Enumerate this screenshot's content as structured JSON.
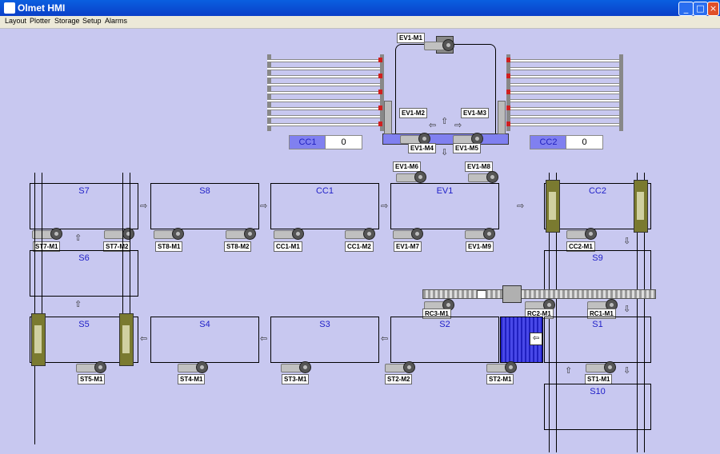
{
  "window": {
    "title": "Olmet HMI",
    "minimize_icon": "minimize-icon",
    "maximize_icon": "maximize-icon",
    "close_icon": "close-icon"
  },
  "menu": {
    "items": [
      "Layout",
      "Plotter",
      "Storage",
      "Setup",
      "Alarms"
    ]
  },
  "colors": {
    "background": "#c8c8f0",
    "label_text": "#2020c8",
    "field_label_bg": "#8080f0",
    "titlebar": "#0a5fe0",
    "cart": "#7a7a30",
    "rack_indicator": "#d02020"
  },
  "stations": {
    "S7": "S7",
    "S8": "S8",
    "CC1": "CC1",
    "EV1": "EV1",
    "CC2": "CC2",
    "S6": "S6",
    "S9": "S9",
    "S5": "S5",
    "S4": "S4",
    "S3": "S3",
    "S2": "S2",
    "S1": "S1",
    "S10": "S10"
  },
  "fields": {
    "cc1_label": "CC1",
    "cc1_value": "0",
    "cc2_label": "CC2",
    "cc2_value": "0"
  },
  "motors": {
    "EV1_M1": "EV1-M1",
    "EV1_M2": "EV1-M2",
    "EV1_M3": "EV1-M3",
    "EV1_M4": "EV1-M4",
    "EV1_M5": "EV1-M5",
    "EV1_M6": "EV1-M6",
    "EV1_M8": "EV1-M8",
    "EV1_M7": "EV1-M7",
    "EV1_M9": "EV1-M9",
    "ST7_M1": "ST7-M1",
    "ST7_M2": "ST7-M2",
    "ST8_M1": "ST8-M1",
    "ST8_M2": "ST8-M2",
    "CC1_M1": "CC1-M1",
    "CC1_M2": "CC1-M2",
    "CC2_M1": "CC2-M1",
    "RC3_M1": "RC3-M1",
    "RC2_M1": "RC2-M1",
    "RC1_M1": "RC1-M1",
    "ST5_M1": "ST5-M1",
    "ST4_M1": "ST4-M1",
    "ST3_M1": "ST3-M1",
    "ST2_M2": "ST2-M2",
    "ST2_M1": "ST2-M1",
    "ST1_M1": "ST1-M1"
  }
}
